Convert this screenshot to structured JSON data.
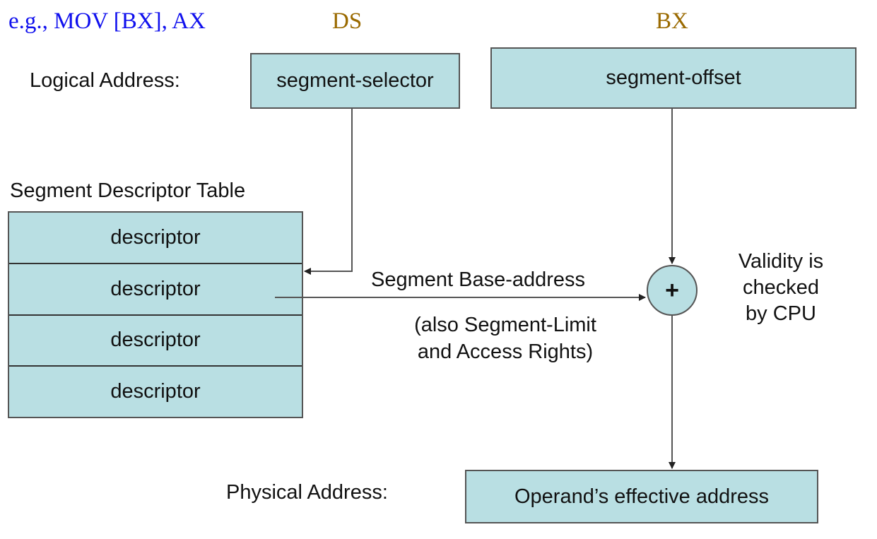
{
  "colors": {
    "example_text": "#1010ee",
    "register_label": "#9a6a00",
    "box_fill": "#b9dfe3",
    "box_border": "#555555",
    "text": "#111111",
    "wire": "#444444"
  },
  "example": {
    "instruction": "e.g., MOV [BX], AX",
    "segment_register": "DS",
    "offset_register": "BX"
  },
  "logical_address": {
    "label": "Logical Address:",
    "selector": "segment-selector",
    "offset": "segment-offset"
  },
  "descriptor_table": {
    "title": "Segment Descriptor Table",
    "rows": [
      "descriptor",
      "descriptor",
      "descriptor",
      "descriptor"
    ],
    "selected_row_index": 1
  },
  "base_address": {
    "label": "Segment Base-address",
    "note_line1": "(also Segment-Limit",
    "note_line2": "and Access Rights)"
  },
  "adder": {
    "symbol": "+",
    "note_line1": "Validity is",
    "note_line2": "checked",
    "note_line3": "by CPU"
  },
  "physical_address": {
    "label": "Physical Address:",
    "value": "Operand’s effective address"
  }
}
